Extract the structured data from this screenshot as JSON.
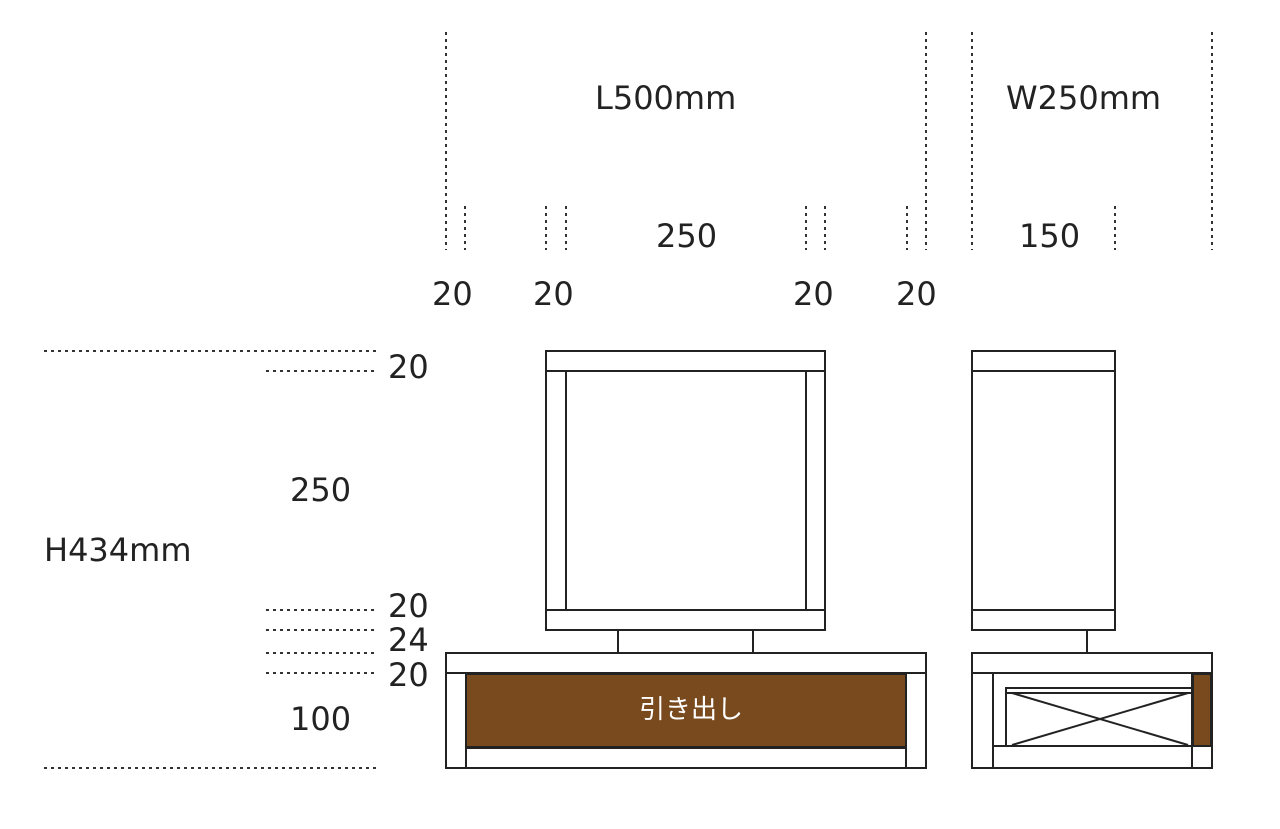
{
  "overall": {
    "length": "L500mm",
    "width": "W250mm",
    "height": "H434mm"
  },
  "horizontal": {
    "front_center": "250",
    "side_inner": "150",
    "front_segments": [
      "20",
      "20",
      "20",
      "20"
    ]
  },
  "vertical": {
    "top_board": "20",
    "box_height": "250",
    "box_bottom_board": "20",
    "gap": "24",
    "base_top_board": "20",
    "drawer_height": "100"
  },
  "drawer_label": "引き出し",
  "colors": {
    "drawer": "#7a4a1f",
    "line": "#222222",
    "dotted": "#333333"
  }
}
